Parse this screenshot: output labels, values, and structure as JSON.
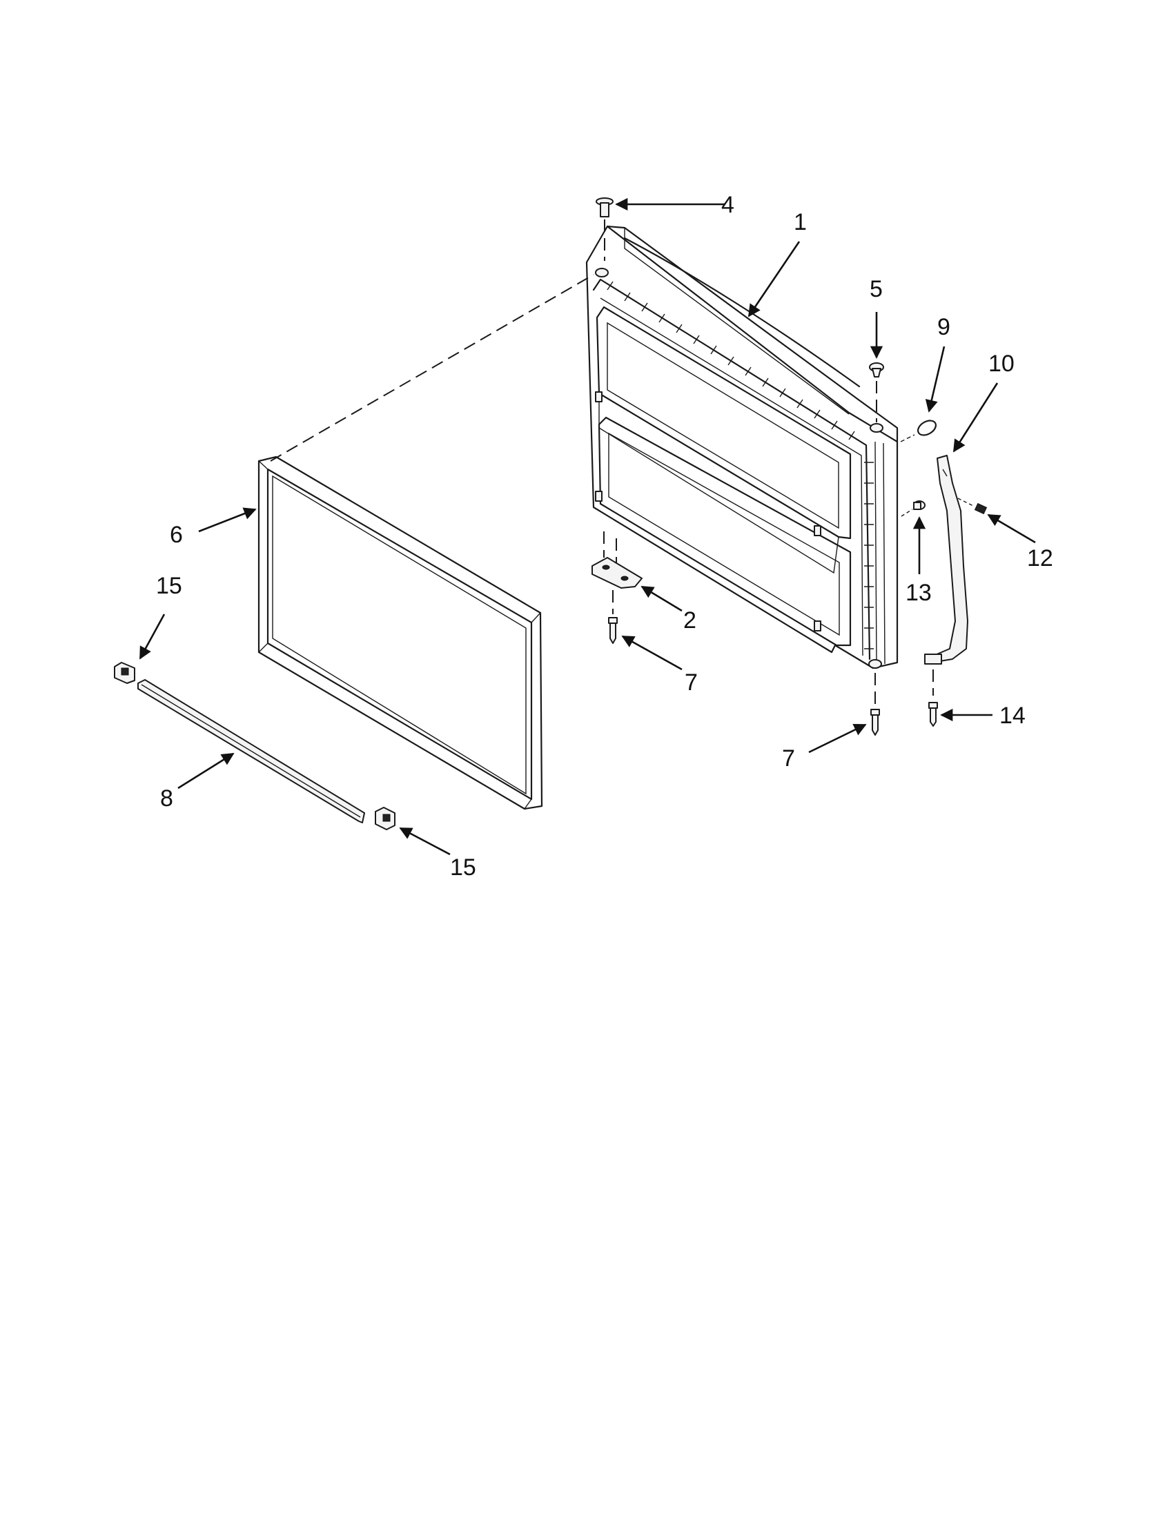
{
  "callouts": {
    "c1": "1",
    "c2": "2",
    "c4": "4",
    "c5": "5",
    "c6": "6",
    "c7a": "7",
    "c7b": "7",
    "c8": "8",
    "c9": "9",
    "c10": "10",
    "c12": "12",
    "c13": "13",
    "c14": "14",
    "c15a": "15",
    "c15b": "15"
  },
  "colors": {
    "line": "#1a1a1a",
    "background": "#ffffff"
  }
}
